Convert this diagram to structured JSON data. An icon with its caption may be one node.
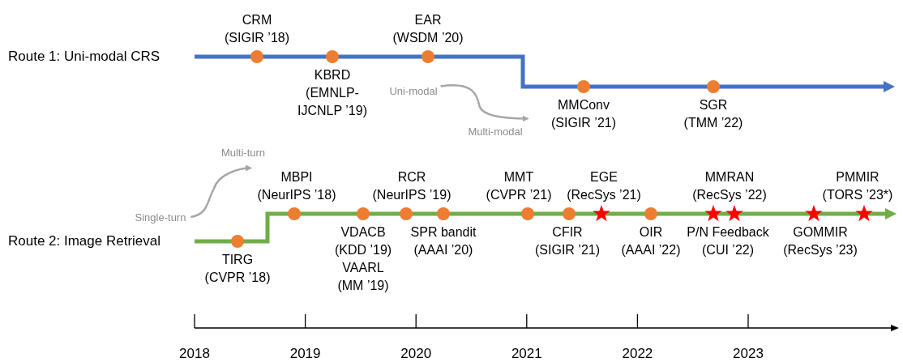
{
  "diagram": {
    "nodes": [
      {
        "text": [],
        "shape": "circle",
        "beside": [
          "CRM",
          "(SIGIR ’18)"
        ]
      },
      {
        "text": [],
        "shape": "circle",
        "beside": [
          "KBRD",
          "(EMNLP- IJCNLP ’19)"
        ]
      },
      {
        "text": [],
        "shape": "circle",
        "beside": [
          "EAR",
          "(WSDM ’20)"
        ]
      },
      {
        "text": [],
        "shape": "circle",
        "beside": [
          "MMConv",
          "(SIGIR ’21)"
        ]
      },
      {
        "text": [],
        "shape": "circle",
        "beside": [
          "SGR",
          "(TMM ’22)"
        ]
      },
      {
        "text": [
          "Uni-modal"
        ]
      },
      {
        "text": [
          "Multi-modal"
        ]
      },
      {
        "text": [
          "Single-turn"
        ]
      },
      {
        "text": [
          "Multi-turn"
        ]
      },
      {
        "text": [],
        "shape": "circle",
        "beside": [
          "TIRG",
          "(CVPR ’18)"
        ]
      },
      {
        "text": [],
        "shape": "circle",
        "beside": [
          "MBPI",
          "(NeurIPS ’18)"
        ]
      },
      {
        "text": [],
        "shape": "circle",
        "beside": [
          "VDACB",
          "(KDD ’19)",
          "VAARL",
          "(MM ’19)"
        ]
      },
      {
        "text": [],
        "shape": "circle",
        "beside": [
          "RCR",
          "(NeurIPS ’19)"
        ]
      },
      {
        "text": [],
        "shape": "circle",
        "beside": [
          "SPR bandit",
          "(AAAI ’20)"
        ]
      },
      {
        "text": [],
        "shape": "circle",
        "beside": [
          "MMT",
          "(CVPR ’21)"
        ]
      },
      {
        "text": [],
        "shape": "circle",
        "beside": [
          "CFIR",
          "(SIGIR ’21)"
        ]
      },
      {
        "text": [],
        "shape": "star",
        "beside": [
          "EGE",
          "(RecSys ’21)"
        ]
      },
      {
        "text": [],
        "shape": "circle",
        "beside": [
          "OIR",
          "(AAAI ’22)"
        ]
      },
      {
        "text": [],
        "shape": "star",
        "beside": [
          "MMRAN",
          "(RecSys ’22)"
        ]
      },
      {
        "text": [],
        "shape": "star",
        "beside": [
          "P/N Feedback",
          "(CUI ’22)"
        ]
      },
      {
        "text": [],
        "shape": "star",
        "beside": [
          "GOMMIR",
          "(RecSys ’23)"
        ]
      },
      {
        "text": [],
        "shape": "star",
        "beside": [
          "PMMIR",
          "(TORS ’23*)"
        ]
      }
    ],
    "edges": [
      {
        "from": 5,
        "to": 6,
        "arrow": "to",
        "color": "#a6a6a6"
      },
      {
        "from": 7,
        "to": 8,
        "arrow": "to",
        "color": "#a6a6a6"
      }
    ],
    "labels": [
      "Route 1: Uni-modal CRS",
      "Route 2: Image Retrieval",
      "2018",
      "2019",
      "2020",
      "2021",
      "2022",
      "2023"
    ]
  }
}
